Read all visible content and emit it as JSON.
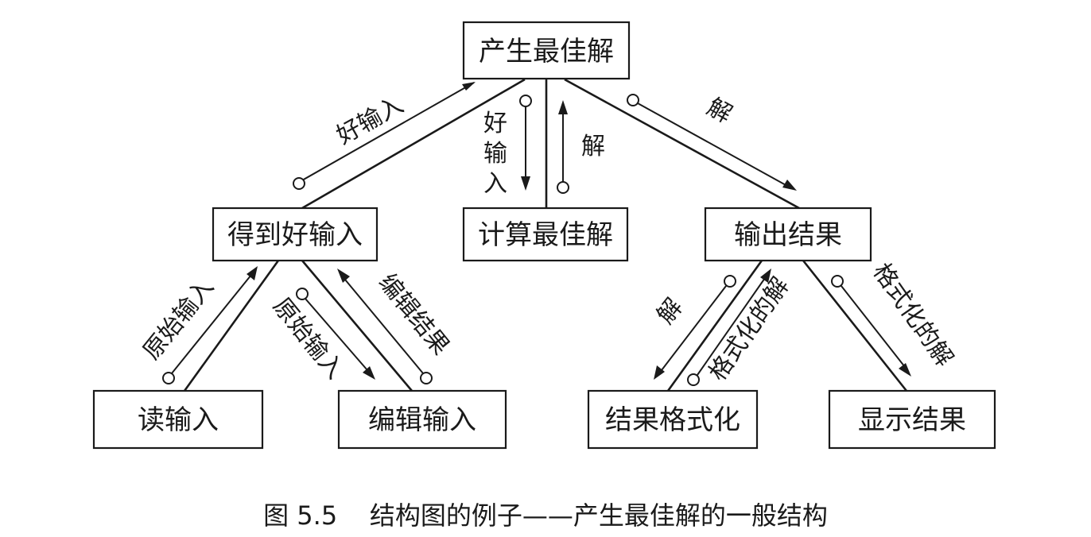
{
  "nodes": {
    "produce_best_solution": "产生最佳解",
    "get_good_input": "得到好输入",
    "compute_best_solution": "计算最佳解",
    "output_result": "输出结果",
    "read_input": "读输入",
    "edit_input": "编辑输入",
    "format_result": "结果格式化",
    "display_result": "显示结果"
  },
  "flows": {
    "good_input_up": "好输入",
    "good_input_down_1": "好",
    "good_input_down_2": "输",
    "good_input_down_3": "入",
    "solution_up": "解",
    "solution_to_output": "解",
    "raw_input_up": "原始输入",
    "raw_input_down": "原始输入",
    "edited_result_up": "编辑结果",
    "solution_to_format": "解",
    "formatted_solution_up": "格式化的解",
    "formatted_solution_to_display": "格式化的解"
  },
  "caption": "图 5.5    结构图的例子——产生最佳解的一般结构"
}
